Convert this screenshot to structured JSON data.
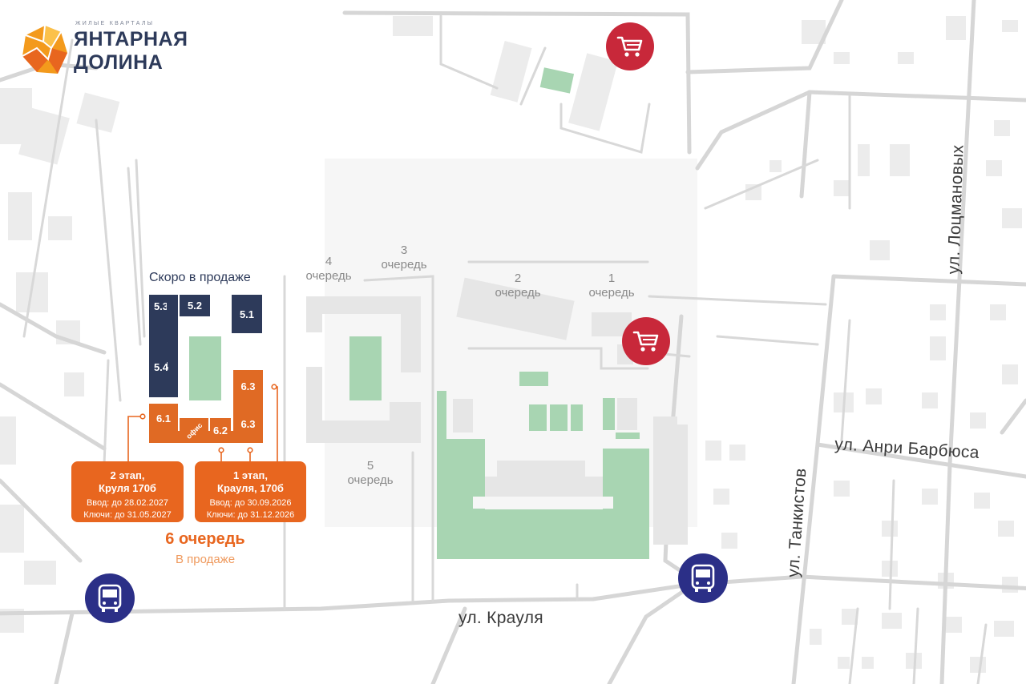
{
  "logo": {
    "tagline": "ЖИЛЫЕ КВАРТАЛЫ",
    "name_line1": "ЯНТАРНАЯ",
    "name_line2": "ДОЛИНА",
    "colors": {
      "primary": "#f39a1c",
      "secondary": "#e8661f",
      "text": "#2d3a5a"
    }
  },
  "colors": {
    "navy": "#2d3a5a",
    "orange": "#e06a24",
    "green": "#a8d5b2",
    "shop": "#c8283a",
    "bus": "#2b2f87",
    "road": "#d6d6d6",
    "block": "#e6e6e6"
  },
  "queues": [
    {
      "id": "q4",
      "line1": "4",
      "line2": "очередь"
    },
    {
      "id": "q3",
      "line1": "3",
      "line2": "очередь"
    },
    {
      "id": "q2",
      "line1": "2",
      "line2": "очередь"
    },
    {
      "id": "q1",
      "line1": "1",
      "line2": "очередь"
    },
    {
      "id": "q5",
      "line1": "5",
      "line2": "очередь"
    }
  ],
  "soon": {
    "title": "Скоро в продаже",
    "buildings": [
      "5.3",
      "5.2",
      "5.1",
      "5.4"
    ]
  },
  "current": {
    "buildings": [
      "6.1",
      "офис",
      "6.2",
      "6.3",
      "6.3"
    ],
    "title": "6 очередь",
    "subtitle": "В продаже"
  },
  "stages": [
    {
      "title": "2 этап,",
      "address": "Круля 170б",
      "entry": "Ввод: до 28.02.2027",
      "keys": "Ключи: до 31.05.2027"
    },
    {
      "title": "1 этап,",
      "address": "Крауля, 170б",
      "entry": "Ввод: до 30.09.2026",
      "keys": "Ключи: до 31.12.2026"
    }
  ],
  "streets": {
    "kraulya": "ул. Крауля",
    "barbusa": "ул. Анри Барбюса",
    "tankistov": "ул. Танкистов",
    "lotsmanovykh": "ул. Лоцмановых"
  },
  "icons": {
    "shop": "shopping-cart-icon",
    "bus": "bus-icon"
  }
}
